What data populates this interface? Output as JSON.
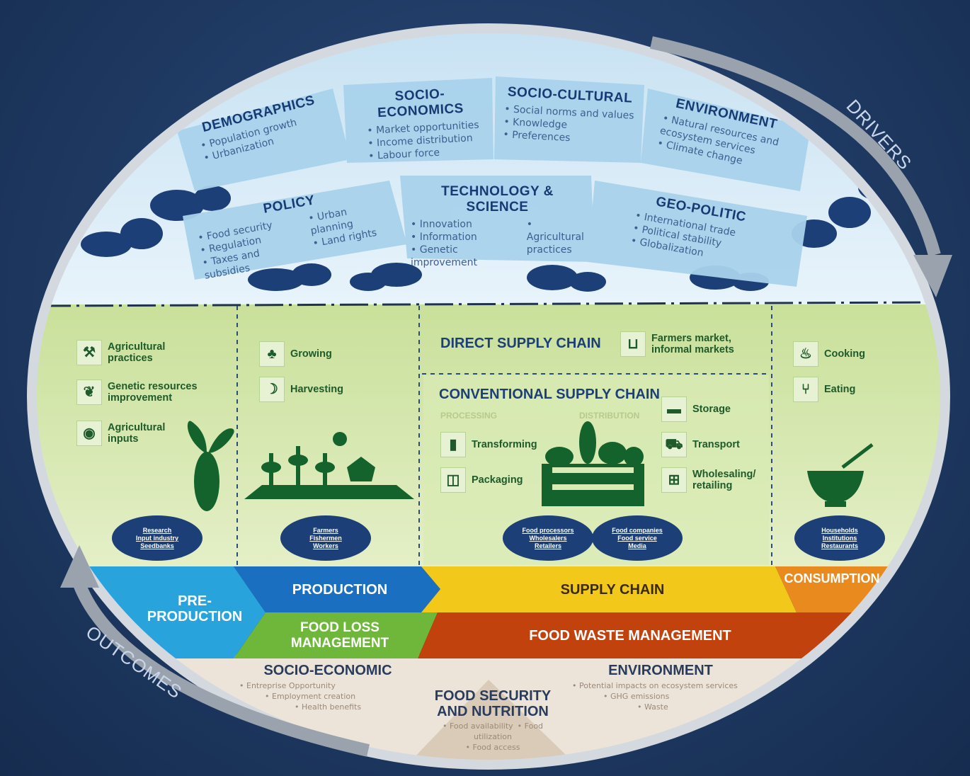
{
  "drivers_label": "DRIVERS",
  "outcomes_label": "OUTCOMES",
  "drivers": {
    "demographics": {
      "title": "DEMOGRAPHICS",
      "items": [
        "Population growth",
        "Urbanization"
      ]
    },
    "socio_economics": {
      "title": "SOCIO-ECONOMICS",
      "items": [
        "Market opportunities",
        "Income distribution",
        "Labour force"
      ]
    },
    "socio_cultural": {
      "title": "SOCIO-CULTURAL",
      "items": [
        "Social norms and values",
        "Knowledge",
        "Preferences"
      ]
    },
    "environment": {
      "title": "ENVIRONMENT",
      "items": [
        "Natural resources and ecosystem services",
        "Climate change"
      ]
    },
    "policy": {
      "title": "POLICY",
      "items": [
        "Food security",
        "Regulation",
        "Taxes and subsidies",
        "Urban planning",
        "Land rights"
      ]
    },
    "technology": {
      "title": "TECHNOLOGY & SCIENCE",
      "items": [
        "Innovation",
        "Information",
        "Genetic improvement",
        "Agricultural practices"
      ]
    },
    "geo_politic": {
      "title": "GEO-POLITIC",
      "items": [
        "International trade",
        "Political stability",
        "Globalization"
      ]
    }
  },
  "stages": {
    "pre_production": {
      "items": [
        "Agricultural practices",
        "Genetic resources improvement",
        "Agricultural inputs"
      ],
      "actors": [
        "Research",
        "Input industry",
        "Seedbanks"
      ]
    },
    "production": {
      "items": [
        "Growing",
        "Harvesting"
      ],
      "actors": [
        "Farmers",
        "Fishermen",
        "Workers"
      ]
    },
    "supply_chain": {
      "direct_title": "DIRECT SUPPLY CHAIN",
      "direct_item": "Farmers market, informal markets",
      "conventional_title": "CONVENTIONAL SUPPLY CHAIN",
      "processing_label": "PROCESSING",
      "distribution_label": "DISTRIBUTION",
      "items_left": [
        "Transforming",
        "Packaging"
      ],
      "items_right": [
        "Storage",
        "Transport",
        "Wholesaling/ retailing"
      ],
      "actors_a": [
        "Food processors",
        "Wholesalers",
        "Retailers"
      ],
      "actors_b": [
        "Food companies",
        "Food service",
        "Media"
      ]
    },
    "consumption": {
      "items": [
        "Cooking",
        "Eating"
      ],
      "actors": [
        "Households",
        "Institutions",
        "Restaurants"
      ]
    }
  },
  "bands": {
    "pre_production": "PRE-PRODUCTION",
    "production": "PRODUCTION",
    "supply_chain": "SUPPLY CHAIN",
    "consumption": "CONSUMPTION",
    "food_loss": "FOOD LOSS MANAGEMENT",
    "food_waste": "FOOD WASTE MANAGEMENT"
  },
  "outcomes": {
    "socio_economic": {
      "title": "SOCIO-ECONOMIC",
      "items": [
        "Entreprise Opportunity",
        "Employment creation",
        "Health benefits"
      ]
    },
    "food_security": {
      "title": "FOOD SECURITY AND NUTRITION",
      "items": [
        "Food availability",
        "Food utilization",
        "Food access"
      ]
    },
    "environment": {
      "title": "ENVIRONMENT",
      "items": [
        "Potential impacts on ecosystem services",
        "GHG emissions",
        "Waste"
      ]
    }
  },
  "colors": {
    "background": "#1f3a63",
    "sky": "#d8ecf7",
    "driver_box": "#a9d2ec",
    "cloud": "#1d3f78",
    "field": "#d3e6a8",
    "band_pre": "#29a3dc",
    "band_production": "#1b6fc0",
    "band_supply": "#f2c81a",
    "band_consumption": "#e98a1e",
    "band_loss": "#6fb73b",
    "band_waste": "#c2420e",
    "outcomes_bg": "#ece4d8",
    "arrow": "#9aa2ad"
  }
}
